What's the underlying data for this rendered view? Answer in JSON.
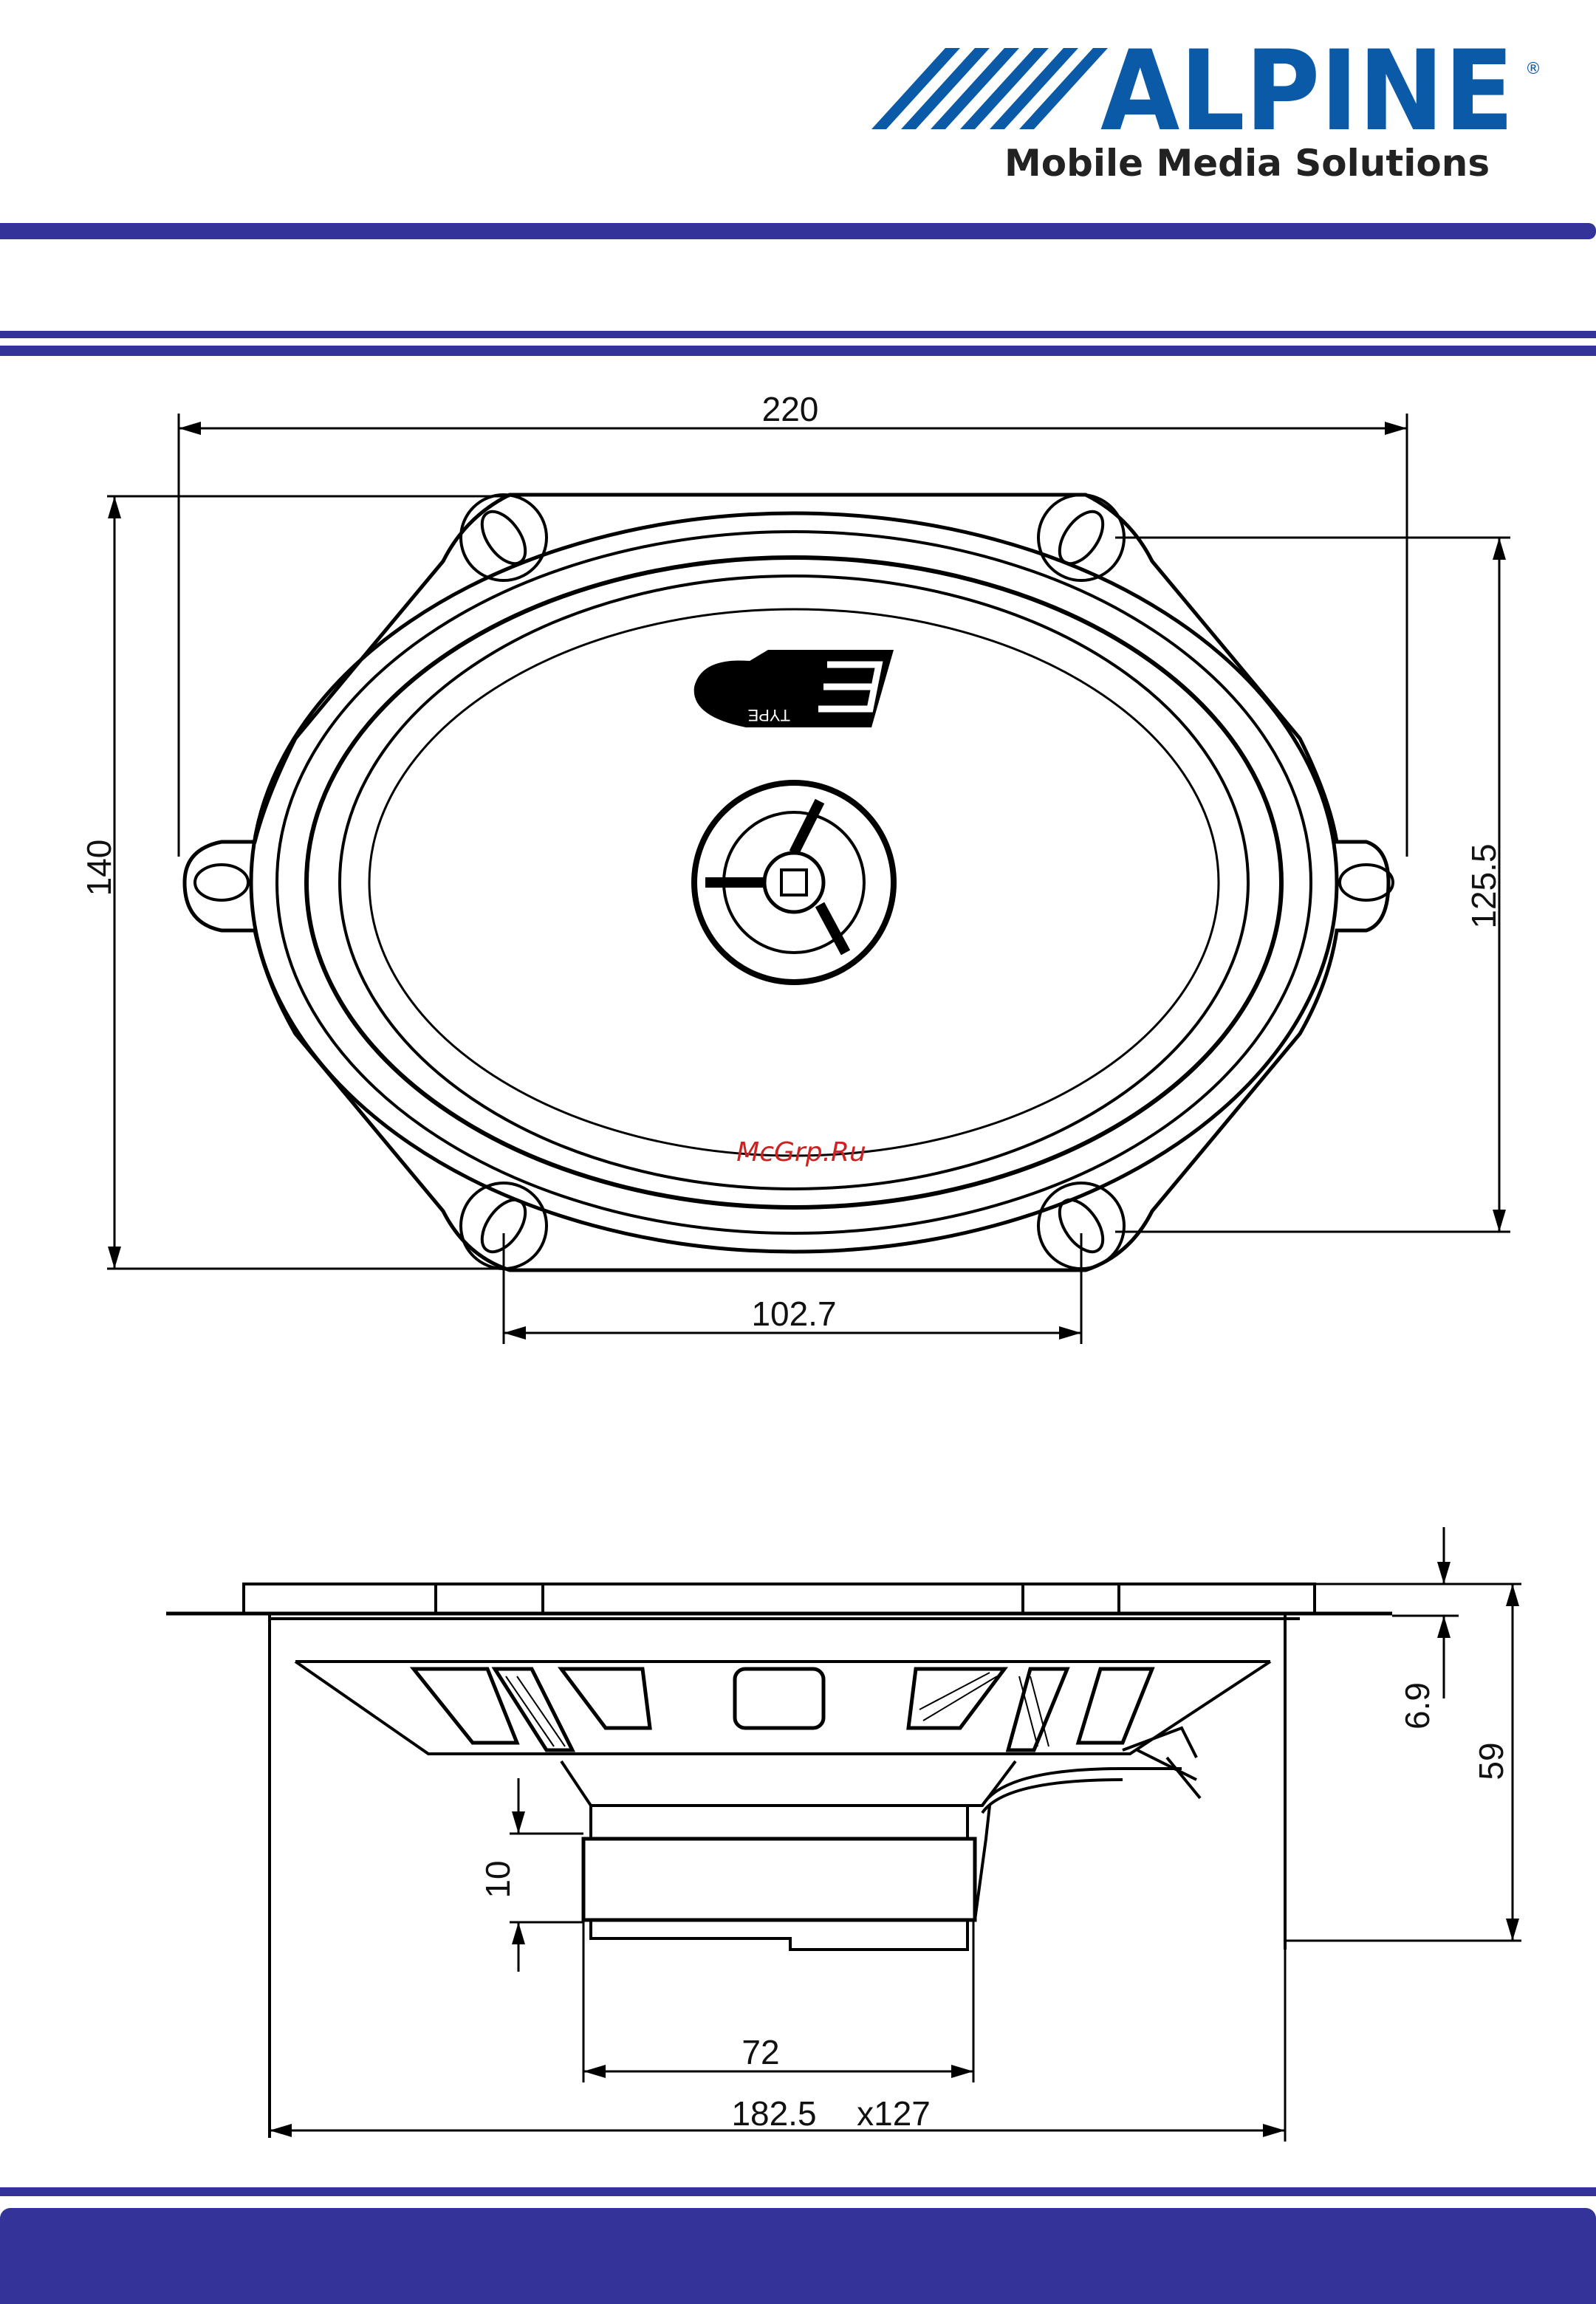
{
  "brand": {
    "name": "ALPINE",
    "registered_mark": "®",
    "tagline": "Mobile Media Solutions",
    "color": "#0a5aa8"
  },
  "colors": {
    "bar": "#333399",
    "line": "#000000",
    "watermark": "#cc2222"
  },
  "top_view": {
    "width_label": "220",
    "height_label": "140",
    "hole_height_label": "125.5",
    "hole_spacing_label": "102.7",
    "badge_text": "TYPE"
  },
  "side_view": {
    "flange_label": "6.9",
    "depth_label": "59",
    "magnet_height_label": "10",
    "magnet_diameter_label": "72",
    "cutout_label_a": "182.5",
    "cutout_label_b": "x127"
  },
  "watermark": "McGrp.Ru"
}
